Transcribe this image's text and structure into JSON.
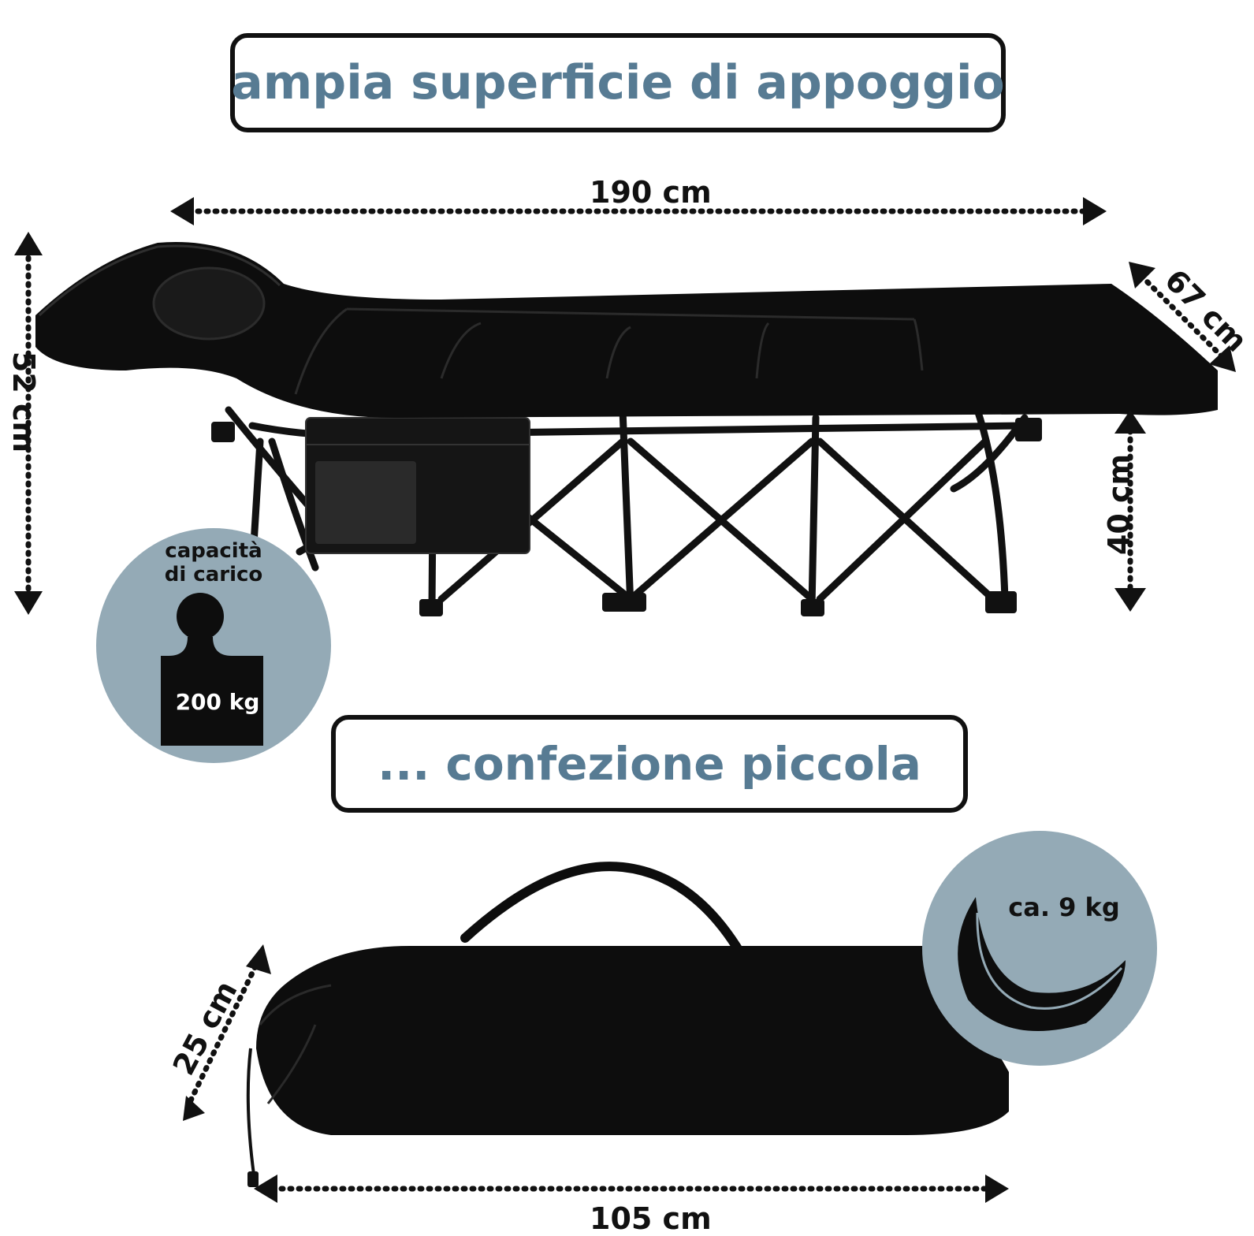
{
  "headings": {
    "top": "ampia superficie di appoggio",
    "middle": "... confezione piccola"
  },
  "dimensions": {
    "length": "190 cm",
    "width": "67 cm",
    "total_height": "52 cm",
    "leg_height": "40 cm",
    "bag_diameter": "25 cm",
    "bag_length": "105 cm"
  },
  "load_badge": {
    "label_line1": "capacità",
    "label_line2": "di carico",
    "weight": "200 kg",
    "icon": "weight-icon"
  },
  "weight_badge": {
    "label": "ca. 9 kg",
    "icon": "feather-icon"
  },
  "colors": {
    "heading_text": "#577b93",
    "badge_fill": "#94aab6",
    "product": "#0d0d0d"
  }
}
